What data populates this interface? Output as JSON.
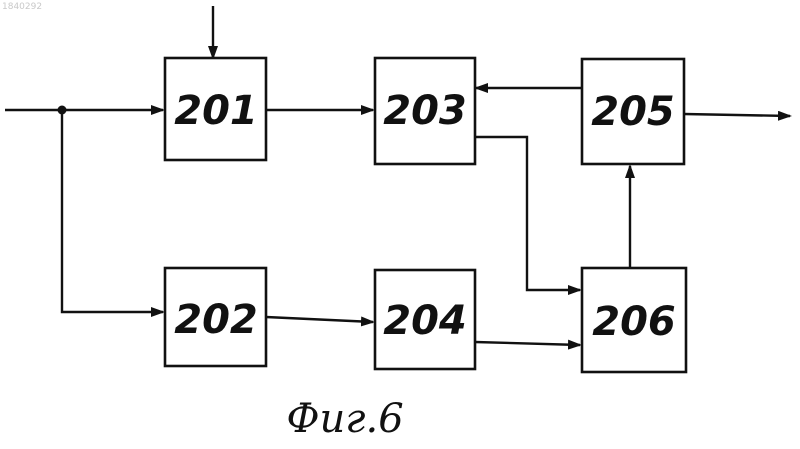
{
  "document_number": "1840292",
  "blocks": {
    "b201": "201",
    "b202": "202",
    "b203": "203",
    "b204": "204",
    "b205": "205",
    "b206": "206"
  },
  "caption": "Фиг.6"
}
